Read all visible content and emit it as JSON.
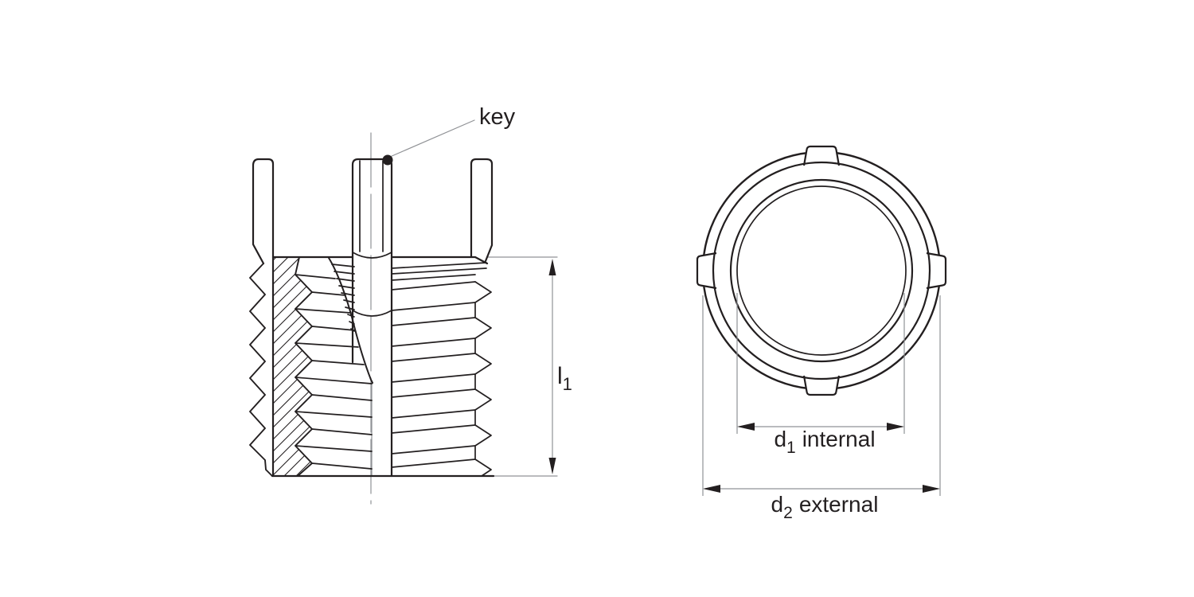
{
  "figure": {
    "background": "#ffffff",
    "line_color": "#231f20",
    "dim_color": "#909296",
    "labels": {
      "key": "key",
      "l1_base": "l",
      "l1_sub": "1",
      "d1_base": "d",
      "d1_sub": "1",
      "d1_suffix": "internal",
      "d2_base": "d",
      "d2_sub": "2",
      "d2_suffix": "external"
    }
  }
}
